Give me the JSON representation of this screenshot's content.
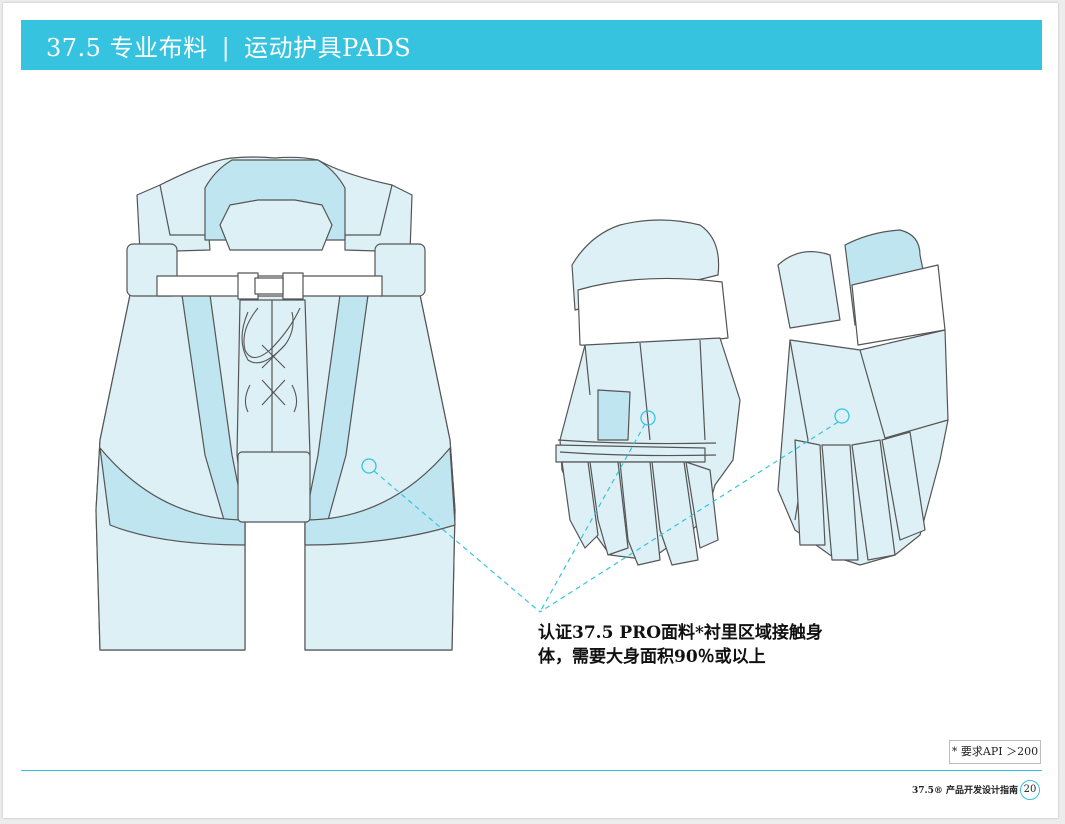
{
  "header": {
    "section": "37.5 专业布料",
    "separator": "|",
    "subject": "运动护具PADS"
  },
  "callout": {
    "line1": "认证37.5 PRO面料*衬里区域接触身",
    "line2": "体，需要大身面积90％或以上"
  },
  "note": "* 要求API ＞200",
  "footer": {
    "title": "37.5® 产品开发设计指南",
    "page": "20"
  },
  "colors": {
    "header": "#35c3e0",
    "garment_light": "#ddf0f6",
    "garment_medium": "#bfe6f0",
    "outline": "#555555",
    "dashed_line": "#35c3e0"
  },
  "illustrations": [
    "hockey-pants",
    "hockey-glove-palm",
    "hockey-glove-back"
  ]
}
